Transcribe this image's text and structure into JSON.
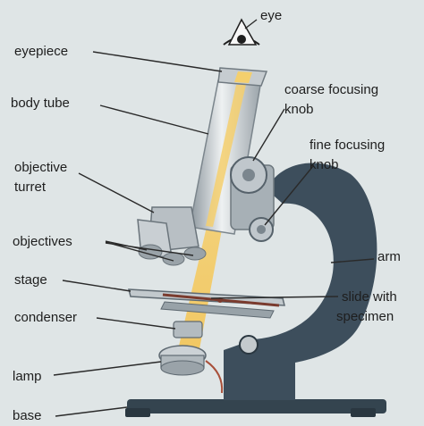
{
  "labels": {
    "eye": "eye",
    "eyepiece": "eyepiece",
    "body_tube": "body tube",
    "coarse_focusing_knob": [
      "coarse focusing",
      "knob"
    ],
    "fine_focusing_knob": [
      "fine focusing",
      "knob"
    ],
    "objective_turret": [
      "objective",
      "turret"
    ],
    "objectives": "objectives",
    "arm": "arm",
    "stage": "stage",
    "slide_with_specimen": [
      "slide with",
      "specimen"
    ],
    "condenser": "condenser",
    "lamp": "lamp",
    "base": "base"
  },
  "colors": {
    "background": "#dfe5e6",
    "body": "#3d4e5c",
    "metal": "#b4bcc2",
    "light_beam": "#f2c65c",
    "label_text": "#1e1e1e"
  }
}
